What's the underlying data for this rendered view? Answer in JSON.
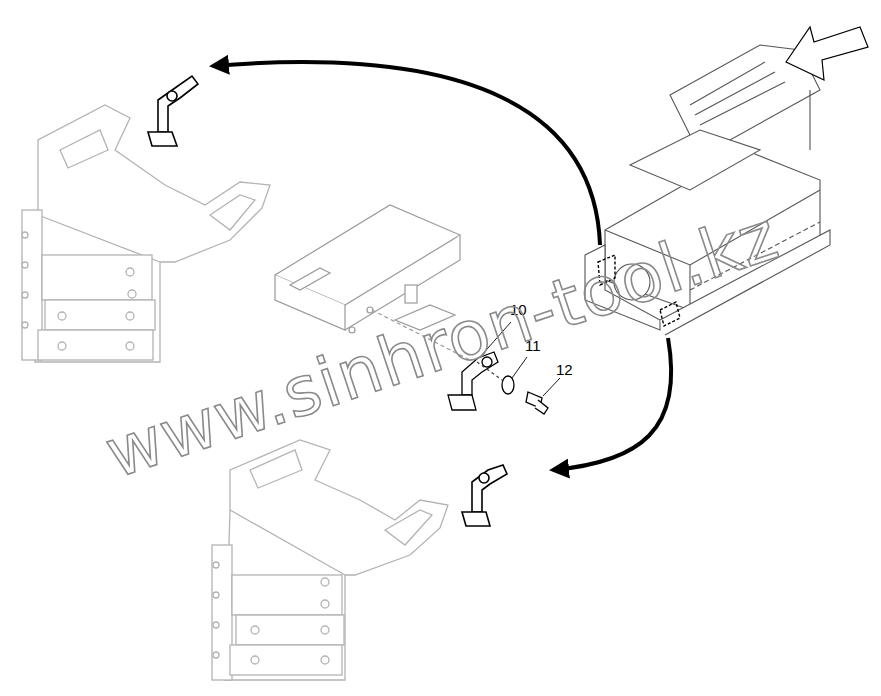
{
  "diagram": {
    "labels": [
      "10",
      "11",
      "12",
      "www.sinhron-tool.kz"
    ]
  }
}
